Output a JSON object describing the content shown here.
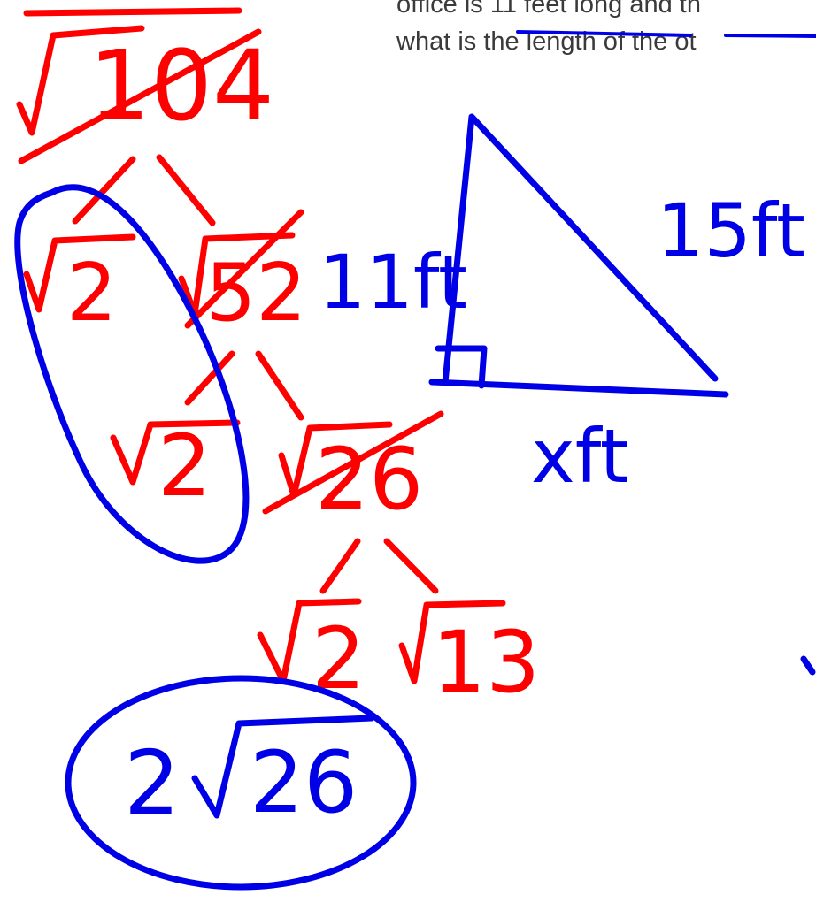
{
  "question": {
    "line1": "office is 11 feet long and th",
    "line2": "what is the length of the ot"
  },
  "triangle": {
    "side_vertical_label": "11ft",
    "hypotenuse_label": "15ft",
    "base_label": "xft"
  },
  "factor_tree": {
    "root": "104",
    "level1_left": "2",
    "level1_right": "52",
    "level2_left": "2",
    "level2_right": "26",
    "level3_left": "2",
    "level3_right": "13"
  },
  "answer": {
    "coefficient": "2",
    "radicand": "26"
  },
  "colors": {
    "tree_ink": "#ff0000",
    "geometry_ink": "#0000e6",
    "printed_text": "#3a3a3a"
  }
}
